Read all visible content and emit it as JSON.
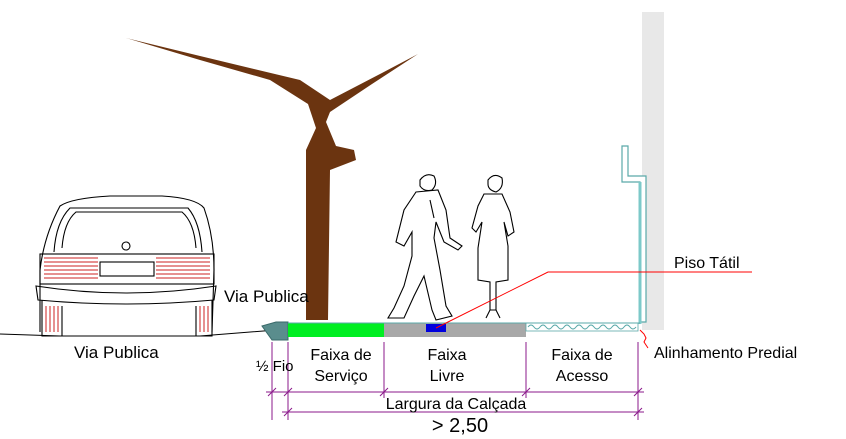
{
  "labels": {
    "via_publica_left": "Via Publica",
    "via_publica_center": "Via Publica",
    "meio_fio": "½ Fio",
    "faixa_servico_1": "Faixa de",
    "faixa_servico_2": "Serviço",
    "faixa_livre_1": "Faixa",
    "faixa_livre_2": "Livre",
    "faixa_acesso_1": "Faixa de",
    "faixa_acesso_2": "Acesso",
    "piso_tatil": "Piso Tátil",
    "alinhamento_predial": "Alinhamento Predial",
    "largura_calcada": "Largura da Calçada",
    "largura_minima": "> 2,50"
  },
  "colors": {
    "faixa_servico": "#00ee22",
    "faixa_livre": "#a8a8a8",
    "piso_tatil": "#0000dd",
    "curb": "#5a8d8d",
    "building_wall": "#e8e8e8",
    "building_edge": "#7cc9c9",
    "tree_trunk": "#6b3410",
    "dimension_lines": "#8b1a8b",
    "car_lines": "#cc2222",
    "leader_line": "#ff0000"
  },
  "icons": [
    "car-icon",
    "tree-icon",
    "pedestrian-man-icon",
    "pedestrian-woman-icon",
    "building-icon"
  ]
}
